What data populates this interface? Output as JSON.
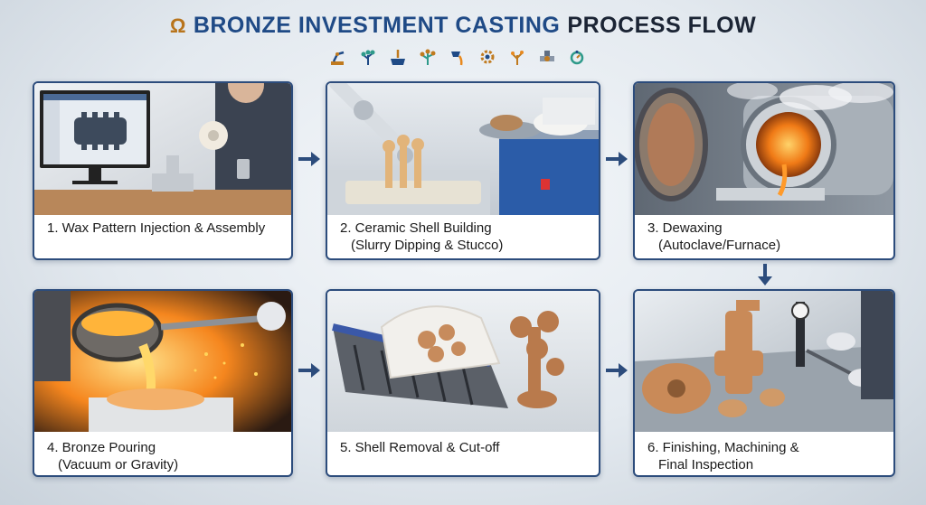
{
  "header": {
    "title_part1": "BRONZE INVESTMENT CASTING",
    "title_part2": "PROCESS FLOW",
    "logo_icon": "foundry-logo-icon"
  },
  "process_icons": [
    "robot-arm-icon",
    "tree-icon",
    "dipping-icon",
    "cluster-icon",
    "pour-icon",
    "gear-icon",
    "spark-icon",
    "valve-icon",
    "inspection-icon"
  ],
  "steps": [
    {
      "line1": "1. Wax Pattern Injection & Assembly",
      "line2": ""
    },
    {
      "line1": "2. Ceramic Shell Building",
      "line2": "(Slurry Dipping & Stucco)"
    },
    {
      "line1": "3. Dewaxing",
      "line2": "(Autoclave/Furnace)"
    },
    {
      "line1": "4. Bronze Pouring",
      "line2": "(Vacuum or Gravity)"
    },
    {
      "line1": "5. Shell Removal & Cut-off",
      "line2": ""
    },
    {
      "line1": "6. Finishing, Machining &",
      "line2": "Final Inspection"
    }
  ],
  "colors": {
    "accent_blue": "#1f4a86",
    "accent_bronze": "#c07a1e",
    "card_border": "#2c4c7c"
  }
}
